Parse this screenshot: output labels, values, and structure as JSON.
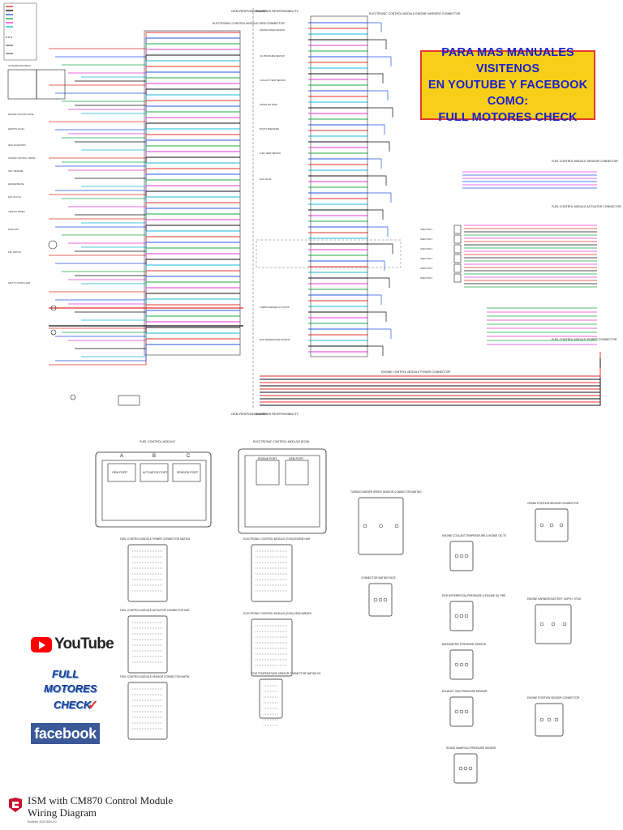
{
  "banner": {
    "line1": "PARA MAS MANUALES VISITENOS",
    "line2": "EN YOUTUBE Y FACEBOOK COMO:",
    "line3": "FULL MOTORES CHECK"
  },
  "header": {
    "oem_top": "OEM RESPONSIBILITY",
    "cummins_top": "CUMMINS RESPONSIBILITY",
    "oem_bottom": "OEM RESPONSIBILITY",
    "cummins_bottom": "CUMMINS RESPONSIBILITY"
  },
  "connector_labels": {
    "ecm_oem": "ELECTRONIC CONTROL MODULE OEM CONNECTOR",
    "ecm_engine": "ELECTRONIC CONTROL MODULE ENGINE HARNESS CONNECTOR",
    "fuel_sensor": "FUEL CONTROL MODULE SENSOR CONNECTOR",
    "fuel_actuator": "FUEL CONTROL MODULE ACTUATOR CONNECTOR",
    "fuel_power": "FUEL CONTROL MODULE POWER CONNECTOR",
    "ecm_power": "ENGINE CONTROL MODULE POWER CONNECTOR"
  },
  "modules": {
    "fuel_module_title": "FUEL CONTROL MODULE",
    "fuel_ports": [
      "OEM PORT",
      "ACTUATOR PORT",
      "SENSOR PORT"
    ],
    "fuel_port_letters": [
      "A",
      "B",
      "C"
    ],
    "ecm_title": "ELECTRONIC CONTROL MODULE (ECM)",
    "ecm_ports": [
      "ENGINE PORT",
      "OEM PORT"
    ]
  },
  "left_labels": [
    "ACCELERATOR PEDAL",
    "ENGINE COOLANT LEVEL",
    "REMOTE ACCEL",
    "IDLE VALIDATION",
    "CRUISE CONTROL ON/OFF",
    "SET / RESUME",
    "ENGINE BRAKE",
    "FAN CLUTCH",
    "VEHICLE SPEED",
    "DATA LINK",
    "KEY SWITCH",
    "WAIT TO START LAMP"
  ],
  "right_labels": [
    "ENGINE SPEED SENSOR",
    "OIL PRESSURE SENSOR",
    "COOLANT TEMP SENSOR",
    "INTAKE AIR TEMP",
    "BOOST PRESSURE",
    "FUEL TEMP SENSOR",
    "EGR VALVE",
    "TURBOCHARGER ACTUATOR",
    "EGR TEMPERATURE SENSOR"
  ],
  "injector_labels": [
    "INJECTOR 1",
    "INJECTOR 2",
    "INJECTOR 3",
    "INJECTOR 4",
    "INJECTOR 5",
    "INJECTOR 6"
  ],
  "connector_faces": [
    "FUEL CONTROL MODULE POWER CONNECTOR MATING FACE",
    "FUEL CONTROL MODULE ACTUATOR CONNECTOR MATING FACE",
    "FUEL CONTROL MODULE SENSOR CONNECTOR MATING FACE",
    "ELECTRONIC CONTROL MODULE (ECM) ENGINE HARNESS CONNECTOR MATING FACE",
    "ELECTRONIC CONTROL MODULE (ECM) OEM HARNESS CONNECTOR MATING FACE",
    "ECM TEMPERATURE SENSOR CONNECTOR MATING FACE",
    "TURBOCHARGER SPEED SENSOR CONNECTOR MATING FACE",
    "CONNECTOR MATING FACE",
    "ENGINE COOLANT TEMPERATURE & INTAKE OIL TEMPERATURE SENSOR",
    "EGR DIFFERENTIAL PRESSURE & ENGINE OIL PRESSURE SENSOR",
    "BAROMETRIC PRESSURE SENSOR",
    "EXHAUST GAS PRESSURE SENSOR",
    "INTAKE MANIFOLD PRESSURE SENSOR",
    "CRANK POSITION SENSOR CONNECTOR",
    "ENGINE HARNESS BATTERY SUPPLY STUD",
    "ENGINE POSITION SENSOR CONNECTOR"
  ],
  "socials": {
    "youtube": "YouTube",
    "brand_line1": "FULL",
    "brand_line2": "MOTORES",
    "brand_line3": "CHECK",
    "facebook": "facebook"
  },
  "title_block": {
    "line1": "ISM with CM870 Control Module",
    "line2": "Wiring Diagram",
    "bulletin": "Bulletin 4021384-00"
  },
  "colors": {
    "banner_bg": "#f7cf18",
    "banner_text": "#1a1fcf",
    "banner_border": "#e23a2a",
    "wire_red": "#e0322a",
    "wire_blue": "#2a55e8",
    "wire_green": "#1fa84a",
    "wire_magenta": "#e23ad4",
    "wire_black": "#111111",
    "wire_cyan": "#19b8d8",
    "facebook": "#3b5998",
    "youtube": "#ff0000"
  }
}
